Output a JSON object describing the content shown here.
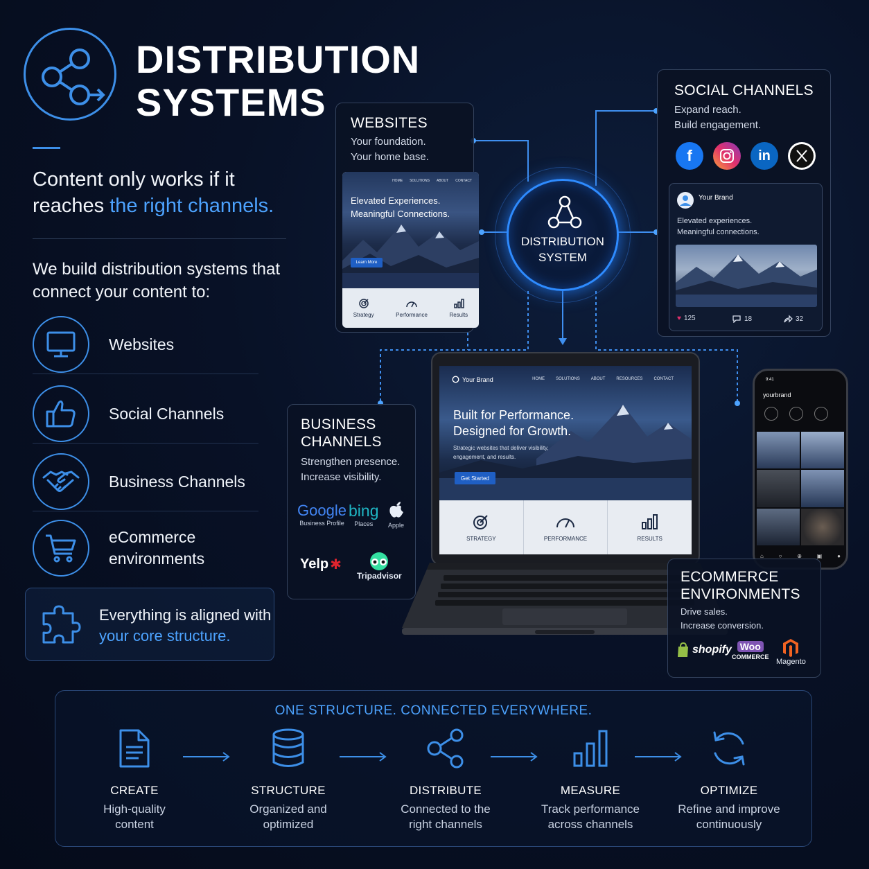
{
  "header": {
    "title_line1": "DISTRIBUTION",
    "title_line2": "SYSTEMS",
    "tagline_start": "Content only works if it reaches ",
    "tagline_highlight": "the right channels.",
    "intro": "We build distribution systems that connect your content to:"
  },
  "channels": [
    {
      "label": "Websites",
      "icon": "monitor-icon"
    },
    {
      "label": "Social Channels",
      "icon": "thumbs-up-icon"
    },
    {
      "label": "Business Channels",
      "icon": "handshake-icon"
    },
    {
      "label": "eCommerce environments",
      "icon": "cart-icon"
    }
  ],
  "aligned": {
    "text_start": "Everything is aligned with ",
    "text_highlight": "your core structure."
  },
  "hub": {
    "label_line1": "DISTRIBUTION",
    "label_line2": "SYSTEM"
  },
  "websites_card": {
    "title": "WEBSITES",
    "sub_line1": "Your foundation.",
    "sub_line2": "Your home base.",
    "mock": {
      "nav": [
        "HOME",
        "SOLUTIONS",
        "ABOUT",
        "CONTACT"
      ],
      "headline_line1": "Elevated Experiences.",
      "headline_line2": "Meaningful Connections.",
      "button": "Learn More",
      "features": [
        "Strategy",
        "Performance",
        "Results"
      ]
    }
  },
  "social_card": {
    "title": "SOCIAL CHANNELS",
    "sub_line1": "Expand reach.",
    "sub_line2": "Build engagement.",
    "icons": [
      "facebook-icon",
      "instagram-icon",
      "linkedin-icon",
      "x-icon"
    ],
    "post": {
      "brand": "Your Brand",
      "text_line1": "Elevated experiences.",
      "text_line2": "Meaningful connections.",
      "likes": "125",
      "comments": "18",
      "shares": "32"
    }
  },
  "business_card": {
    "title_line1": "BUSINESS",
    "title_line2": "CHANNELS",
    "sub_line1": "Strengthen presence.",
    "sub_line2": "Increase visibility.",
    "google": "Google",
    "google_caption": "Business Profile",
    "bing": "bing",
    "bing_caption": "Places",
    "apple_caption": "Apple",
    "yelp": "Yelp",
    "tripadvisor": "Tripadvisor"
  },
  "laptop": {
    "brand": "Your Brand",
    "nav": [
      "HOME",
      "SOLUTIONS",
      "ABOUT",
      "RESOURCES",
      "CONTACT"
    ],
    "headline_line1": "Built for Performance.",
    "headline_line2": "Designed for Growth.",
    "body_line1": "Strategic websites that deliver visibility,",
    "body_line2": "engagement, and results.",
    "button": "Get Started",
    "features": [
      "STRATEGY",
      "PERFORMANCE",
      "RESULTS"
    ]
  },
  "phone": {
    "time": "9:41",
    "handle": "yourbrand"
  },
  "ecommerce_card": {
    "title_line1": "ECOMMERCE",
    "title_line2": "ENVIRONMENTS",
    "sub_line1": "Drive sales.",
    "sub_line2": "Increase conversion.",
    "shopify": "shopify",
    "woo_top": "Woo",
    "woo_bottom": "COMMERCE",
    "magento": "Magento"
  },
  "process": {
    "title": "ONE STRUCTURE. CONNECTED EVERYWHERE.",
    "steps": [
      {
        "name": "CREATE",
        "desc_line1": "High-quality",
        "desc_line2": "content"
      },
      {
        "name": "STRUCTURE",
        "desc_line1": "Organized and",
        "desc_line2": "optimized"
      },
      {
        "name": "DISTRIBUTE",
        "desc_line1": "Connected to the",
        "desc_line2": "right channels"
      },
      {
        "name": "MEASURE",
        "desc_line1": "Track performance",
        "desc_line2": "across channels"
      },
      {
        "name": "OPTIMIZE",
        "desc_line1": "Refine and improve",
        "desc_line2": "continuously"
      }
    ]
  },
  "colors": {
    "accent": "#4da3ff",
    "hub_glow": "#2e8bff",
    "background": "#081126"
  }
}
